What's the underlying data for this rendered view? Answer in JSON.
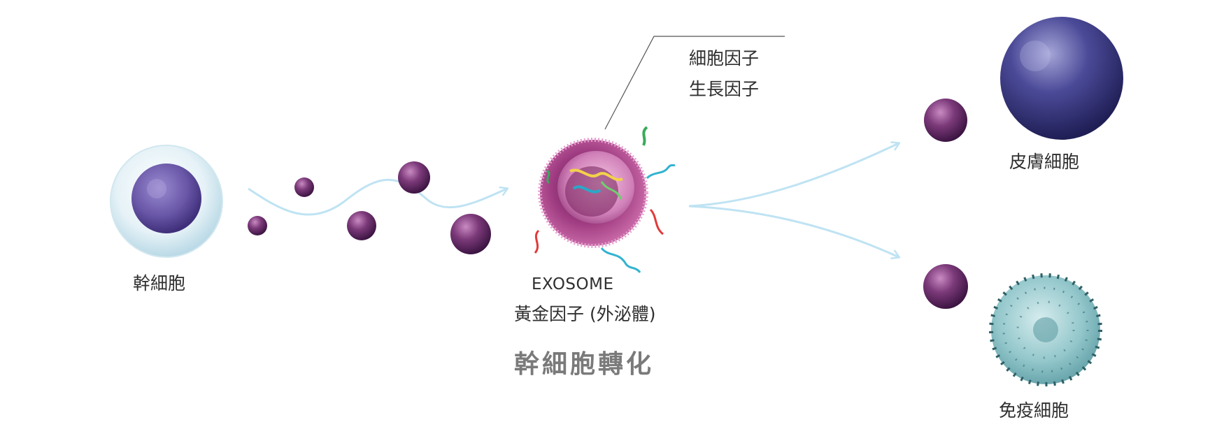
{
  "labels": {
    "stem_cell": "幹細胞",
    "exosome_en": "EXOSOME",
    "exosome_zh": "黃金因子 (外泌體)",
    "title": "幹細胞轉化",
    "cytokine": "細胞因子",
    "growth_factor": "生長因子",
    "skin_cell": "皮膚細胞",
    "immune_cell": "免疫細胞"
  },
  "colors": {
    "arrow": "#bfe3f3",
    "leader_line": "#555555",
    "stem_outer": "#e6f2f7",
    "stem_nucleus": "#6a58a8",
    "vesicle": "#7c3a7a",
    "exosome_shell": "#b04a90",
    "skin_cell": "#3e3c86",
    "immune_cell": "#93c7cb",
    "title_text": "#7a7a7a"
  }
}
